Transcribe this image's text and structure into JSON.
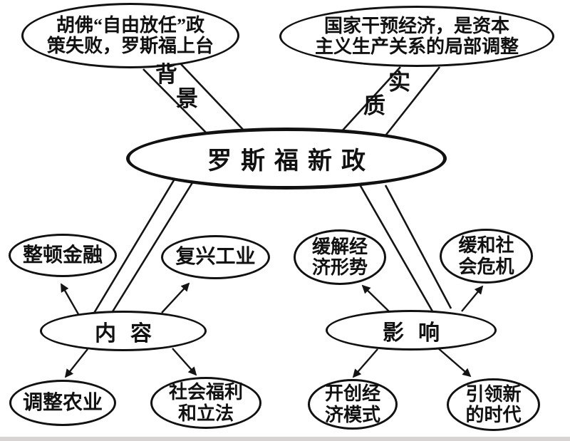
{
  "colors": {
    "ink": "#111111",
    "paper": "#ffffff",
    "footer_strip": "#d8d4d4"
  },
  "central_node": {
    "label": "罗斯福新政"
  },
  "background_branch": {
    "edge_label": "背景",
    "node_lines": [
      "胡佛“自由放任”政",
      "策失败，罗斯福上台"
    ]
  },
  "essence_branch": {
    "edge_label": "实质",
    "node_lines": [
      "国家干预经济，是资本",
      "主义生产关系的局部调整"
    ]
  },
  "content_branch": {
    "label": "内容",
    "items": [
      {
        "lines": [
          "整顿金融"
        ]
      },
      {
        "lines": [
          "复兴工业"
        ]
      },
      {
        "lines": [
          "调整农业"
        ]
      },
      {
        "lines": [
          "社会福利",
          "和立法"
        ]
      }
    ]
  },
  "influence_branch": {
    "label": "影响",
    "items": [
      {
        "lines": [
          "缓解经",
          "济形势"
        ]
      },
      {
        "lines": [
          "缓和社",
          "会危机"
        ]
      },
      {
        "lines": [
          "开创经",
          "济模式"
        ]
      },
      {
        "lines": [
          "引领新",
          "的时代"
        ]
      }
    ]
  }
}
